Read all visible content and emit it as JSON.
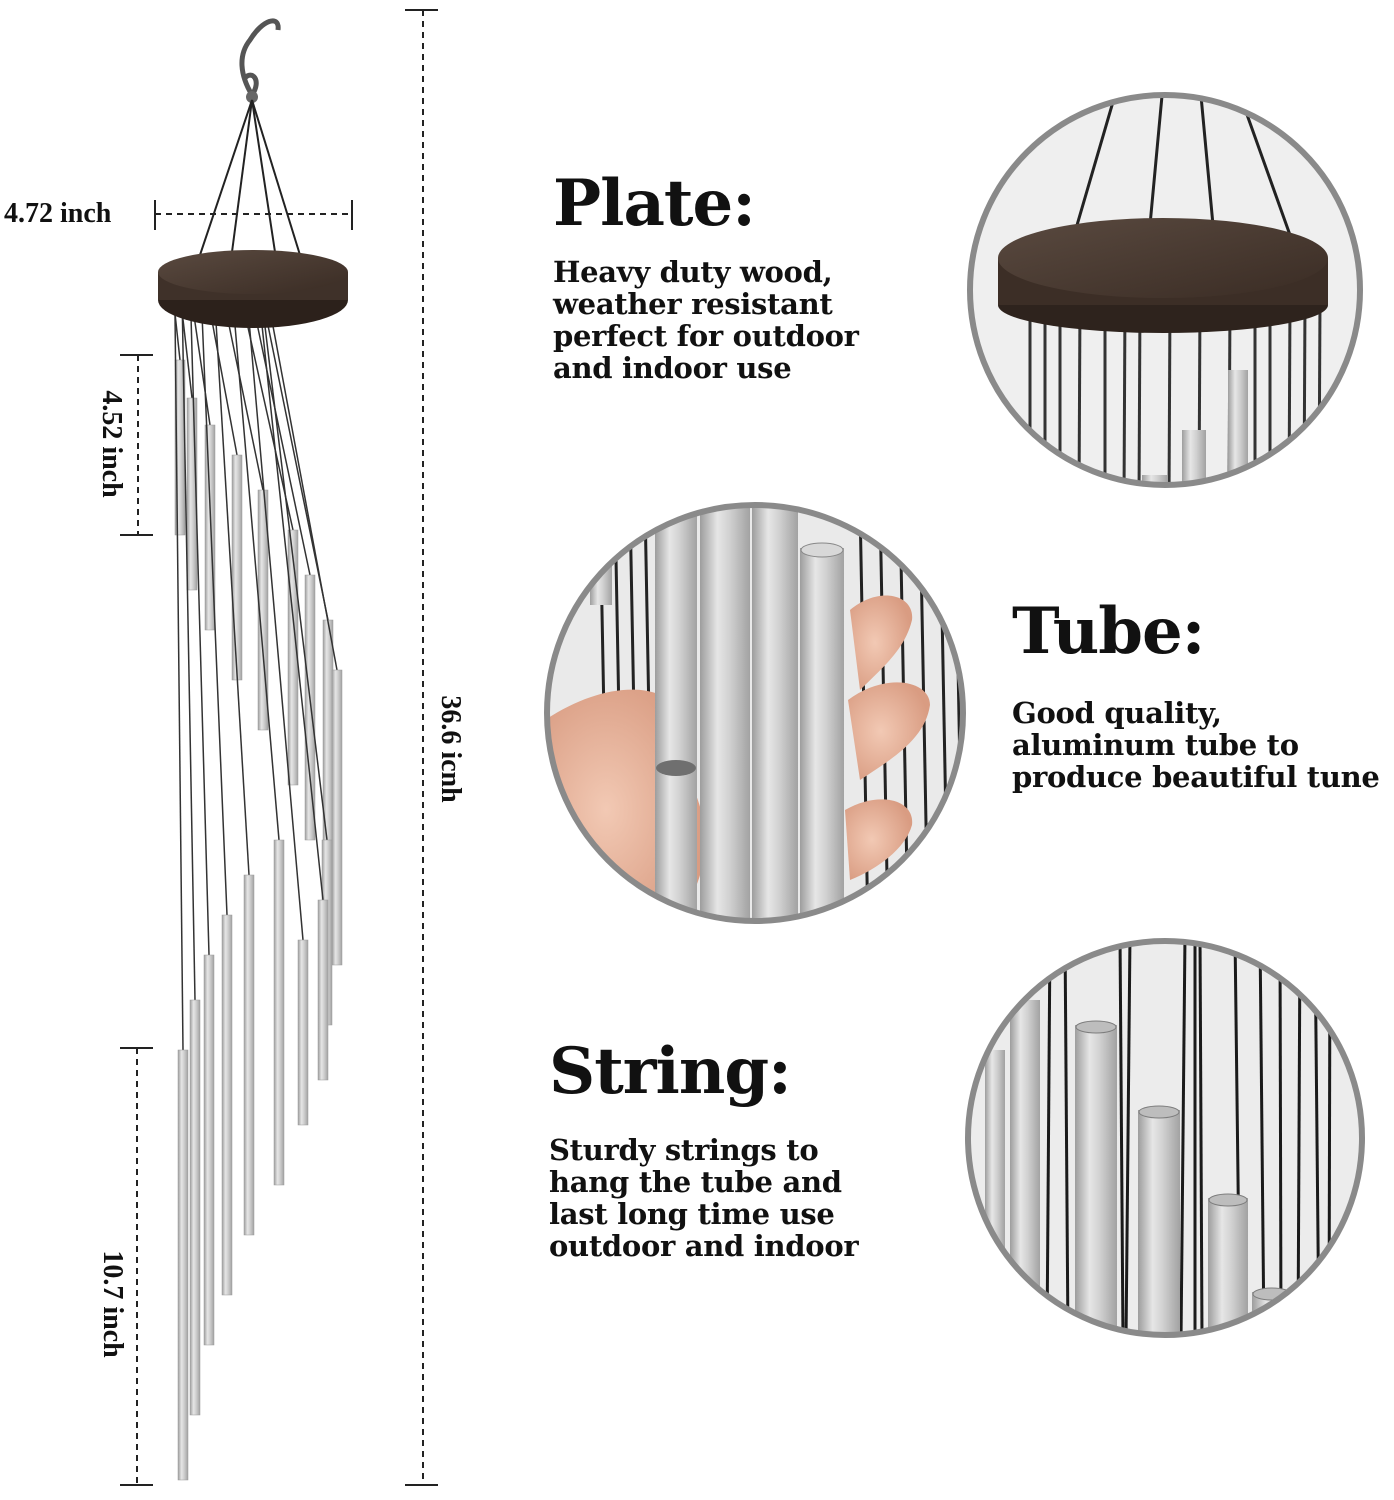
{
  "colors": {
    "background": "#ffffff",
    "text": "#111111",
    "wood": "#4a3a30",
    "tube": "#c9c9c9",
    "circle_border": "#8a8a8a"
  },
  "dimensions": {
    "width": "4.72 inch",
    "top_tube": "4.52 inch",
    "total": "36.6 icnh",
    "bottom_tube": "10.7 inch"
  },
  "features": {
    "plate": {
      "title": "Plate:",
      "text": "Heavy duty wood,\nweather resistant\nperfect for outdoor\nand indoor use"
    },
    "tube": {
      "title": "Tube:",
      "text": "Good quality,\naluminum tube to\nproduce beautiful tune"
    },
    "string": {
      "title": "String:",
      "text": "Sturdy strings to\nhang the tube and\nlast long time use\noutdoor and indoor"
    }
  }
}
